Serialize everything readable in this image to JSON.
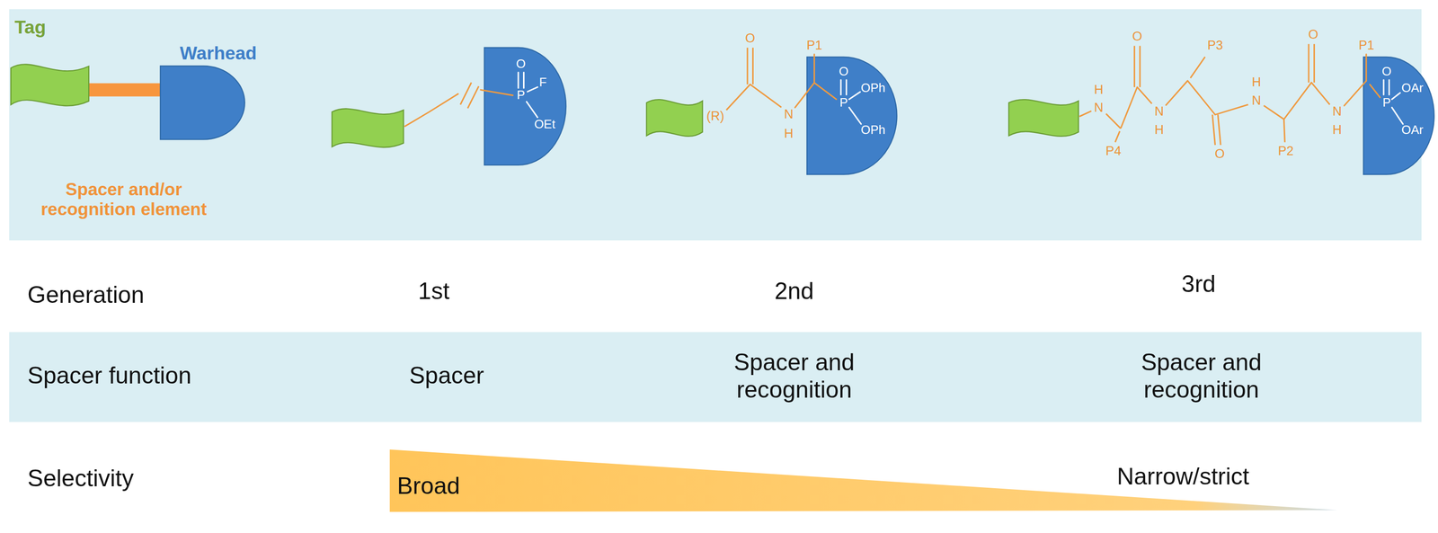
{
  "diagram": {
    "nodes": [
      {
        "text": [
          "Tag"
        ]
      },
      {
        "text": [
          "Warhead"
        ]
      },
      {
        "text": [
          "O",
          "P",
          "F",
          "OEt"
        ]
      },
      {
        "text": [
          "O",
          "P",
          "OPh",
          "OPh"
        ]
      },
      {
        "text": [
          "O",
          "P",
          "OAr",
          "OAr"
        ]
      }
    ],
    "edges": [
      {
        "from": 0,
        "to": 1,
        "arrow": "none"
      }
    ],
    "labels": [
      "Spacer and/or recognition element",
      "P1",
      "(R)",
      "O",
      "N",
      "H",
      "H",
      "N",
      "P4",
      "O",
      "N",
      "H",
      "P3",
      "O",
      "H",
      "N",
      "P2",
      "O",
      "N",
      "H",
      "P1",
      "Generation",
      "1st",
      "2nd",
      "3rd",
      "Spacer function",
      "Spacer",
      "Spacer and recognition",
      "Spacer and recognition",
      "Selectivity",
      "Broad",
      "Narrow/strict"
    ]
  }
}
